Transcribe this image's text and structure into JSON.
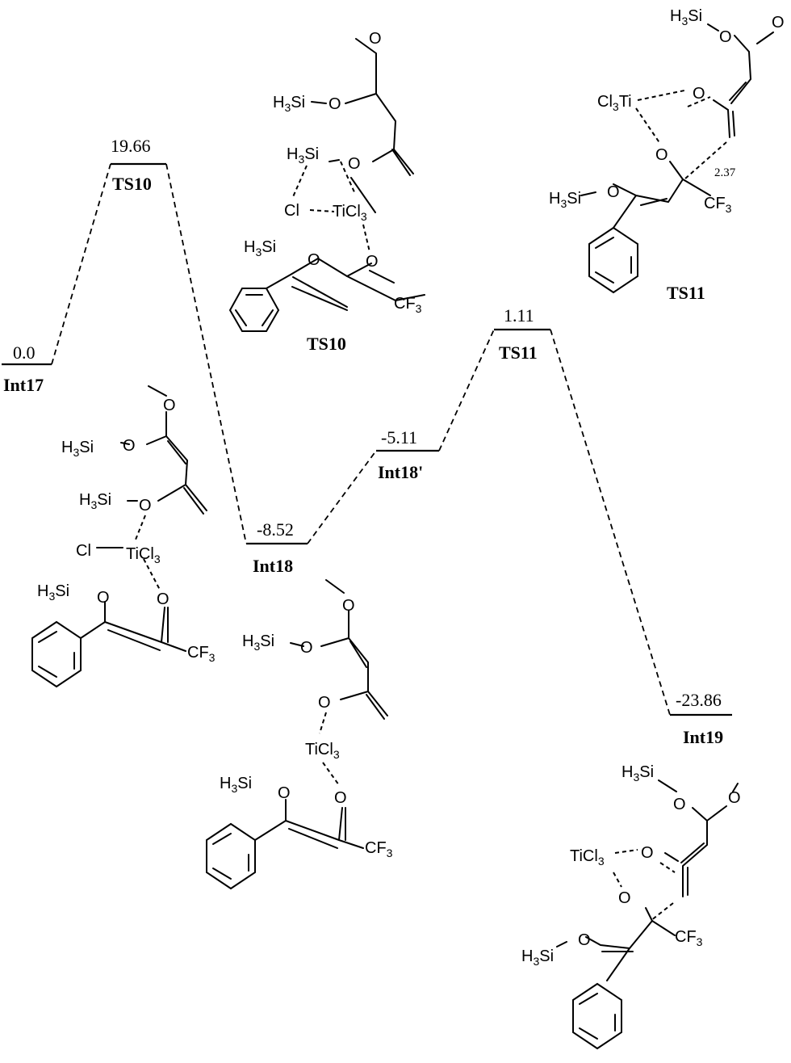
{
  "levels": [
    {
      "id": "int17",
      "energy": "0.0",
      "label": "Int17"
    },
    {
      "id": "ts10",
      "energy": "19.66",
      "label": "TS10"
    },
    {
      "id": "int18",
      "energy": "-8.52",
      "label": "Int18"
    },
    {
      "id": "int18p",
      "energy": "-5.11",
      "label": "Int18'"
    },
    {
      "id": "ts11",
      "energy": "1.11",
      "label": "TS11"
    },
    {
      "id": "int19",
      "energy": "-23.86",
      "label": "Int19"
    }
  ],
  "structures": {
    "ts10": "TS10",
    "ts11": "TS11",
    "ts11_distance": "2.37"
  },
  "atoms": {
    "h3si": "H3Si",
    "o": "O",
    "cl": "Cl",
    "ticl3": "TiCl3",
    "cl3ti": "Cl3Ti",
    "cf3": "CF3"
  }
}
